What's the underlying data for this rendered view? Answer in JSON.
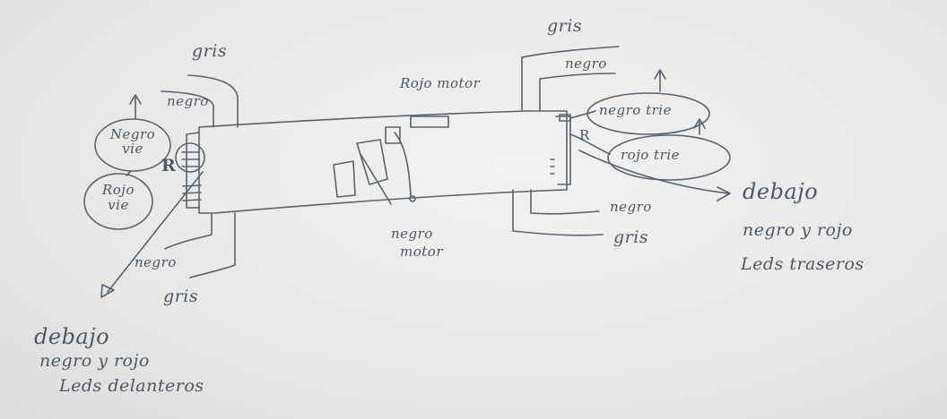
{
  "labels": {
    "front_gray_top": "gris",
    "front_black_top": "negro",
    "front_circle_black": "Negro\nvie",
    "front_circle_red": "Rojo\nvie",
    "front_R": "R",
    "front_black_bottom": "negro",
    "front_gray_bottom": "gris",
    "front_under_line1": "debajo",
    "front_under_line2": "negro y rojo",
    "front_under_line3": "Leds delanteros",
    "motor_red": "Rojo motor",
    "motor_black_line1": "negro",
    "motor_black_line2": "motor",
    "rear_gray_top": "gris",
    "rear_black_top": "negro",
    "rear_oval_black": "negro trie",
    "rear_oval_red": "rojo trie",
    "rear_R": "R",
    "rear_black_bottom": "negro",
    "rear_gray_bottom": "gris",
    "rear_under_line1": "debajo",
    "rear_under_line2": "negro y rojo",
    "rear_under_line3": "Leds traseros"
  }
}
